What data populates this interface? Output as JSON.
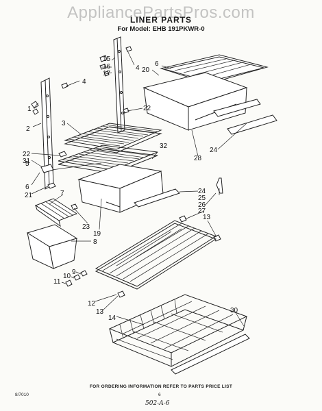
{
  "watermark": "AppliancePartsPros.com",
  "header": {
    "title": "LINER PARTS",
    "model_line": "For Model: EHB 191PKWR-0"
  },
  "callouts": [
    "1",
    "2",
    "3",
    "4",
    "4",
    "5",
    "6",
    "6",
    "7",
    "8",
    "9",
    "10",
    "11",
    "12",
    "13",
    "13",
    "14",
    "15",
    "16",
    "17",
    "19",
    "20",
    "21",
    "22",
    "22",
    "23",
    "24",
    "24",
    "25",
    "26",
    "27",
    "28",
    "30",
    "31",
    "32"
  ],
  "footer": {
    "note": "FOR ORDERING INFORMATION REFER TO PARTS PRICE LIST",
    "code": "8/7010",
    "page": "6",
    "handwritten": "502-A-6"
  }
}
